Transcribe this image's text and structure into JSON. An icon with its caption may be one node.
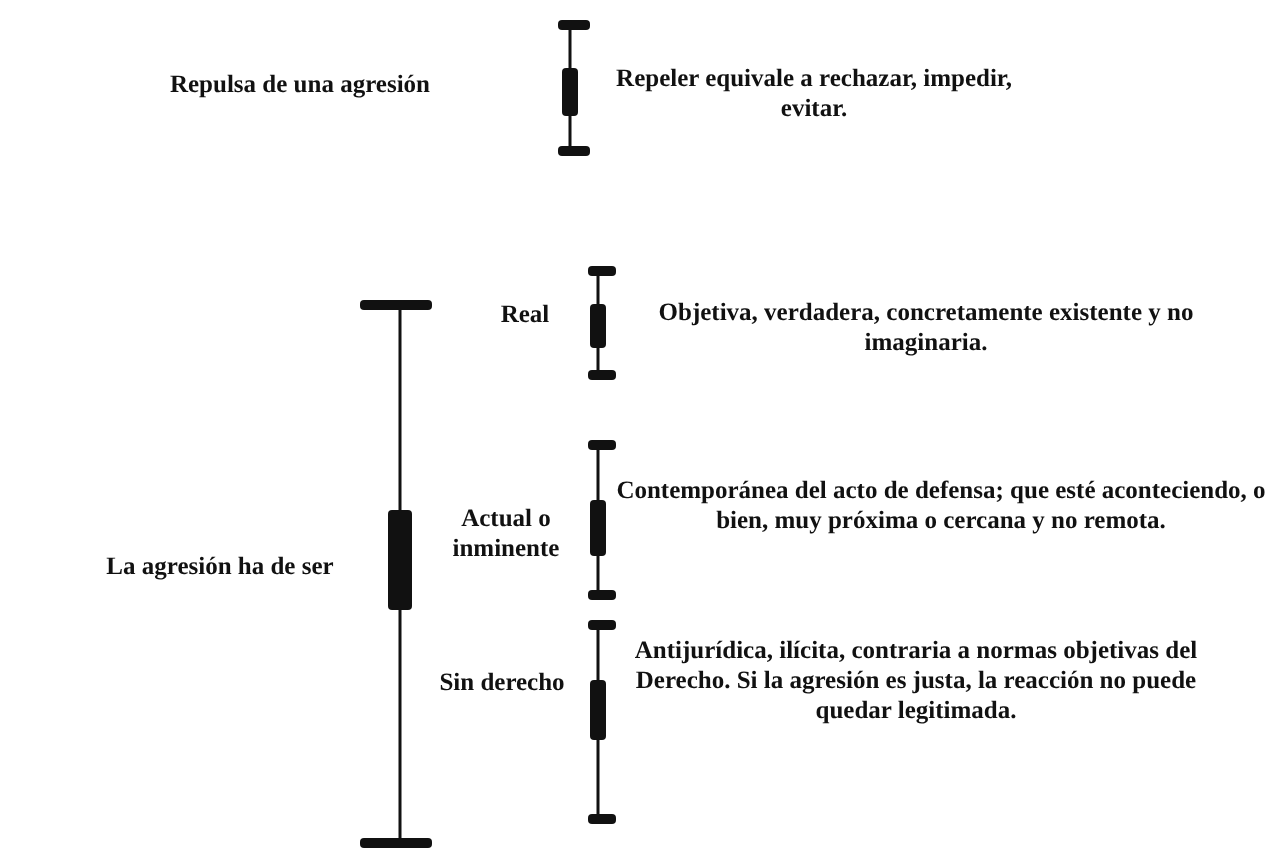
{
  "diagram": {
    "labels": [
      "Repulsa de una agresión",
      "Repeler equivale a rechazar, impedir, evitar.",
      "Real",
      "Objetiva, verdadera, concretamente existente y no imaginaria.",
      "La agresión ha de ser",
      "Actual o inminente",
      "Contemporánea del acto de defensa; que esté aconteciendo, o bien, muy próxima o cercana y no remota.",
      "Sin derecho",
      "Antijurídica, ilícita, contraria a normas objetivas del Derecho. Si la agresión es justa, la reacción no puede quedar legitimada."
    ]
  }
}
